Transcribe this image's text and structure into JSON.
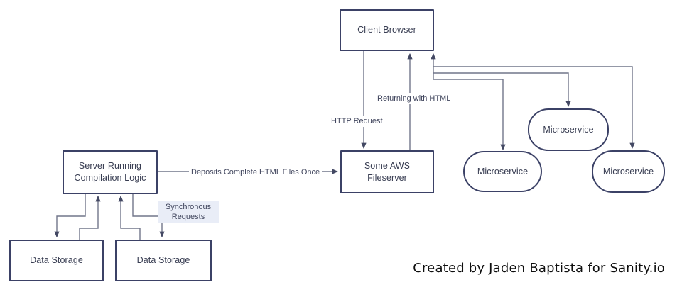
{
  "nodes": {
    "client_browser": "Client Browser",
    "aws_fileserver": "Some AWS Fileserver",
    "server": "Server Running Compilation Logic",
    "data_storage_left": "Data Storage",
    "data_storage_right": "Data Storage",
    "microservice_top": "Microservice",
    "microservice_left": "Microservice",
    "microservice_right": "Microservice"
  },
  "edges": {
    "http_request": "HTTP Request",
    "returning_with_html": "Returning with HTML",
    "deposits": "Deposits Complete HTML Files Once",
    "synchronous_requests": "Synchronous Requests"
  },
  "credit": "Created by Jaden Baptista for Sanity.io",
  "colors": {
    "node_border": "#3b4166",
    "node_text": "#383d52",
    "connector_line": "#71768a",
    "arrowhead": "#434863",
    "edge_label_text": "#3f445c",
    "synchronous_label_bg": "#e9edf7",
    "background": "#ffffff"
  }
}
